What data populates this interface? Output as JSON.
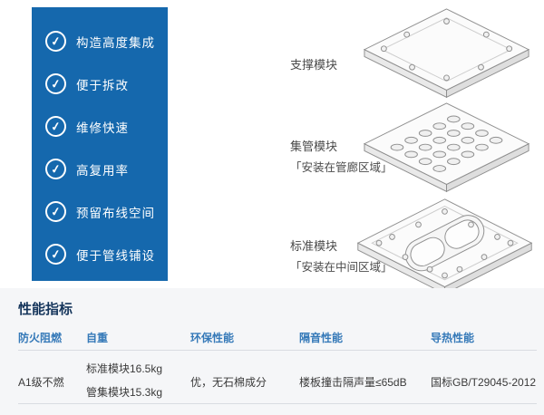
{
  "icons": {
    "check": "✓"
  },
  "features": {
    "items": [
      "构造高度集成",
      "便于拆改",
      "维修快速",
      "高复用率",
      "预留布线空间",
      "便于管线铺设"
    ]
  },
  "diagram": {
    "modules": [
      {
        "label": "支撑模块",
        "note": ""
      },
      {
        "label": "集管模块",
        "note": "「安装在管廊区域」"
      },
      {
        "label": "标准模块",
        "note": "「安装在中间区域」"
      }
    ]
  },
  "specs": {
    "title": "性能指标",
    "columns": [
      "防火阻燃",
      "自重",
      "环保性能",
      "隔音性能",
      "导热性能"
    ],
    "values": {
      "fire": "A1级不燃",
      "weight_line1": "标准模块16.5kg",
      "weight_line2": "管集模块15.3kg",
      "environment": "优，无石棉成分",
      "sound": "楼板撞击隔声量≤65dB",
      "thermal": "国标GB/T29045-2012"
    }
  },
  "colors": {
    "panel_blue": "#1568ad",
    "header_blue": "#3579b8",
    "title_navy": "#16365c"
  }
}
